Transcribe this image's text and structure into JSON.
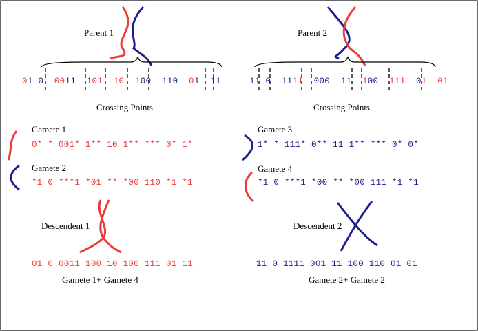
{
  "colors": {
    "red": "#ec3b3b",
    "blue": "#1f1f8c"
  },
  "parents": [
    {
      "label": "Parent 1",
      "bits": [
        [
          "0",
          "r"
        ],
        [
          "1",
          "b"
        ],
        [
          " ",
          ""
        ],
        [
          "0",
          "b"
        ],
        [
          "  ",
          ""
        ],
        [
          "00",
          "r"
        ],
        [
          "11",
          "b"
        ],
        [
          "  ",
          ""
        ],
        [
          "1",
          "b"
        ],
        [
          "0",
          "r"
        ],
        [
          "1",
          "r"
        ],
        [
          "  ",
          ""
        ],
        [
          "10",
          "r"
        ],
        [
          "  ",
          ""
        ],
        [
          "1",
          "r"
        ],
        [
          "00",
          "b"
        ],
        [
          "  ",
          ""
        ],
        [
          "110",
          "b"
        ],
        [
          "  ",
          ""
        ],
        [
          "0",
          "r"
        ],
        [
          "1",
          "b"
        ],
        [
          "  ",
          ""
        ],
        [
          "11",
          "b"
        ]
      ]
    },
    {
      "label": "Parent 2",
      "bits": [
        [
          "1",
          "b"
        ],
        [
          "1",
          "b"
        ],
        [
          " ",
          ""
        ],
        [
          "0",
          "b"
        ],
        [
          "  ",
          ""
        ],
        [
          "111",
          "b"
        ],
        [
          "1",
          "r"
        ],
        [
          "  ",
          ""
        ],
        [
          "0",
          "b"
        ],
        [
          "00",
          "b"
        ],
        [
          "  ",
          ""
        ],
        [
          "11",
          "b"
        ],
        [
          "  ",
          ""
        ],
        [
          "1",
          "r"
        ],
        [
          "00",
          "b"
        ],
        [
          "  ",
          ""
        ],
        [
          "111",
          "r"
        ],
        [
          "  ",
          ""
        ],
        [
          "0",
          "b"
        ],
        [
          "1",
          "r"
        ],
        [
          "  ",
          ""
        ],
        [
          "01",
          "r"
        ]
      ]
    }
  ],
  "crossing_label": "Crossing Points",
  "gametes": [
    {
      "label": "Gamete 1",
      "bits": [
        [
          "0* * 001* 1** 10 1** *** 0* 1*",
          "r"
        ]
      ]
    },
    {
      "label": "Gamete 2",
      "bits": [
        [
          "*1 0 ***1 *01 ** *00 110 *1 *1",
          "r"
        ]
      ]
    },
    {
      "label": "Gamete 3",
      "bits": [
        [
          "1* * 111* 0** 11 1** *** 0* 0*",
          "b"
        ]
      ]
    },
    {
      "label": "Gamete 4",
      "bits": [
        [
          "*1 0 ***1 *00 ** *00 111 *1 *1",
          "b"
        ]
      ]
    }
  ],
  "descendents": [
    {
      "label": "Descendent 1",
      "bits": "01 0 0011 100 10 100 111 01 11",
      "caption": "Gamete 1+ Gamete 4"
    },
    {
      "label": "Descendent 2",
      "bits": "11 0 1111 001 11 100 110 01 01",
      "caption": "Gamete 2+ Gamete 2"
    }
  ]
}
